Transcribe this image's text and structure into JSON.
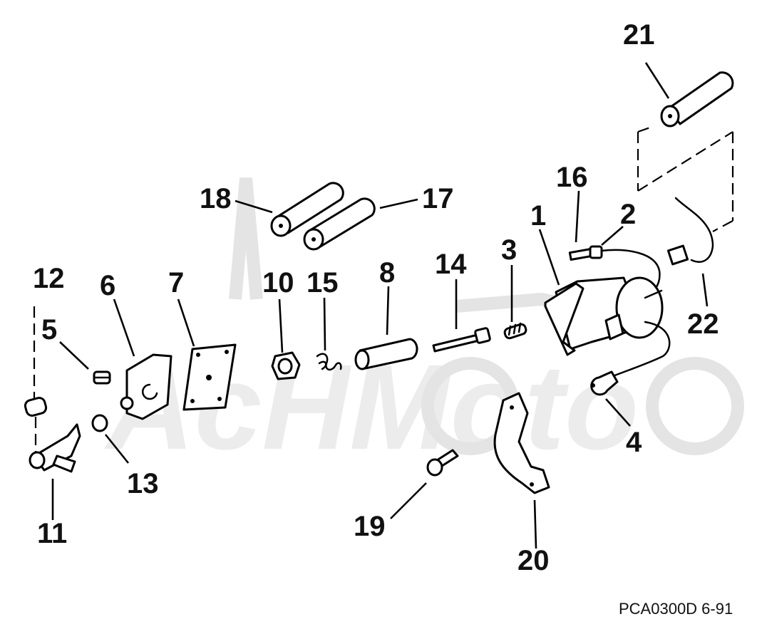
{
  "diagram": {
    "title": "",
    "code": "PCA0300D 6-91",
    "watermark": "AcHMoto",
    "callouts": [
      "1",
      "2",
      "3",
      "4",
      "5",
      "6",
      "7",
      "8",
      "10",
      "11",
      "12",
      "13",
      "14",
      "15",
      "16",
      "17",
      "18",
      "19",
      "20",
      "21",
      "22"
    ]
  }
}
